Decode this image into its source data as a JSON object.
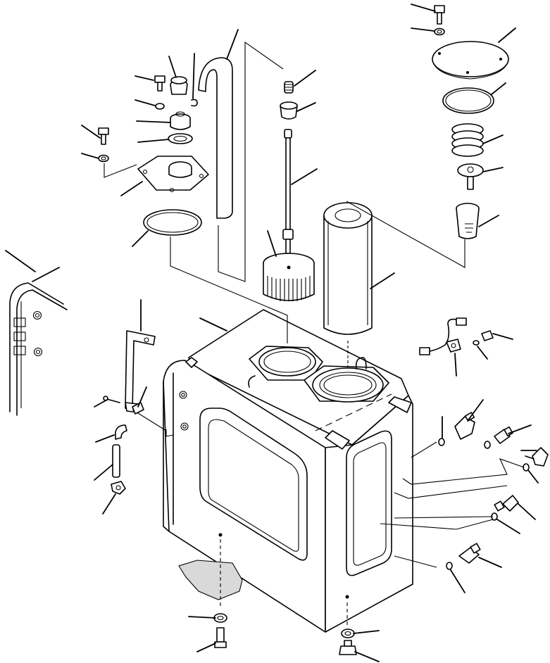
{
  "figure": {
    "kind": "exploded parts diagram",
    "background": "#ffffff",
    "ink": "#000000"
  },
  "parts": [
    {
      "id": "tank-side-cover"
    },
    {
      "id": "hydraulic-tank"
    },
    {
      "id": "mounting-bracket"
    },
    {
      "id": "breather-bolt"
    },
    {
      "id": "breather-washer"
    },
    {
      "id": "breather-cap"
    },
    {
      "id": "breather-clip"
    },
    {
      "id": "breather-element"
    },
    {
      "id": "breather-packing"
    },
    {
      "id": "flange-bolt"
    },
    {
      "id": "flange-washer"
    },
    {
      "id": "filler-flange"
    },
    {
      "id": "flange-o-ring"
    },
    {
      "id": "vent-tube"
    },
    {
      "id": "bypass-spring"
    },
    {
      "id": "bypass-valve"
    },
    {
      "id": "center-rod"
    },
    {
      "id": "suction-strainer"
    },
    {
      "id": "return-filter-element"
    },
    {
      "id": "cover-bolt"
    },
    {
      "id": "cover-washer"
    },
    {
      "id": "filter-cover"
    },
    {
      "id": "cover-o-ring"
    },
    {
      "id": "filter-spring"
    },
    {
      "id": "relief-valve"
    },
    {
      "id": "filter-strainer"
    },
    {
      "id": "level-sensor"
    },
    {
      "id": "sensor-bolt"
    },
    {
      "id": "sensor-washer"
    },
    {
      "id": "bracket-bolt"
    },
    {
      "id": "bracket-clamp"
    },
    {
      "id": "drain-elbow"
    },
    {
      "id": "drain-hose"
    },
    {
      "id": "drain-plug-fitting"
    },
    {
      "id": "o-ring-1"
    },
    {
      "id": "pressure-switch-1"
    },
    {
      "id": "o-ring-2"
    },
    {
      "id": "sender-2"
    },
    {
      "id": "elbow-connector"
    },
    {
      "id": "o-ring-3"
    },
    {
      "id": "sender-3"
    },
    {
      "id": "o-ring-4"
    },
    {
      "id": "o-ring-5"
    },
    {
      "id": "pressure-switch-5"
    },
    {
      "id": "bottom-washer"
    },
    {
      "id": "bottom-bolt"
    },
    {
      "id": "drain-washer"
    },
    {
      "id": "drain-plug"
    }
  ]
}
